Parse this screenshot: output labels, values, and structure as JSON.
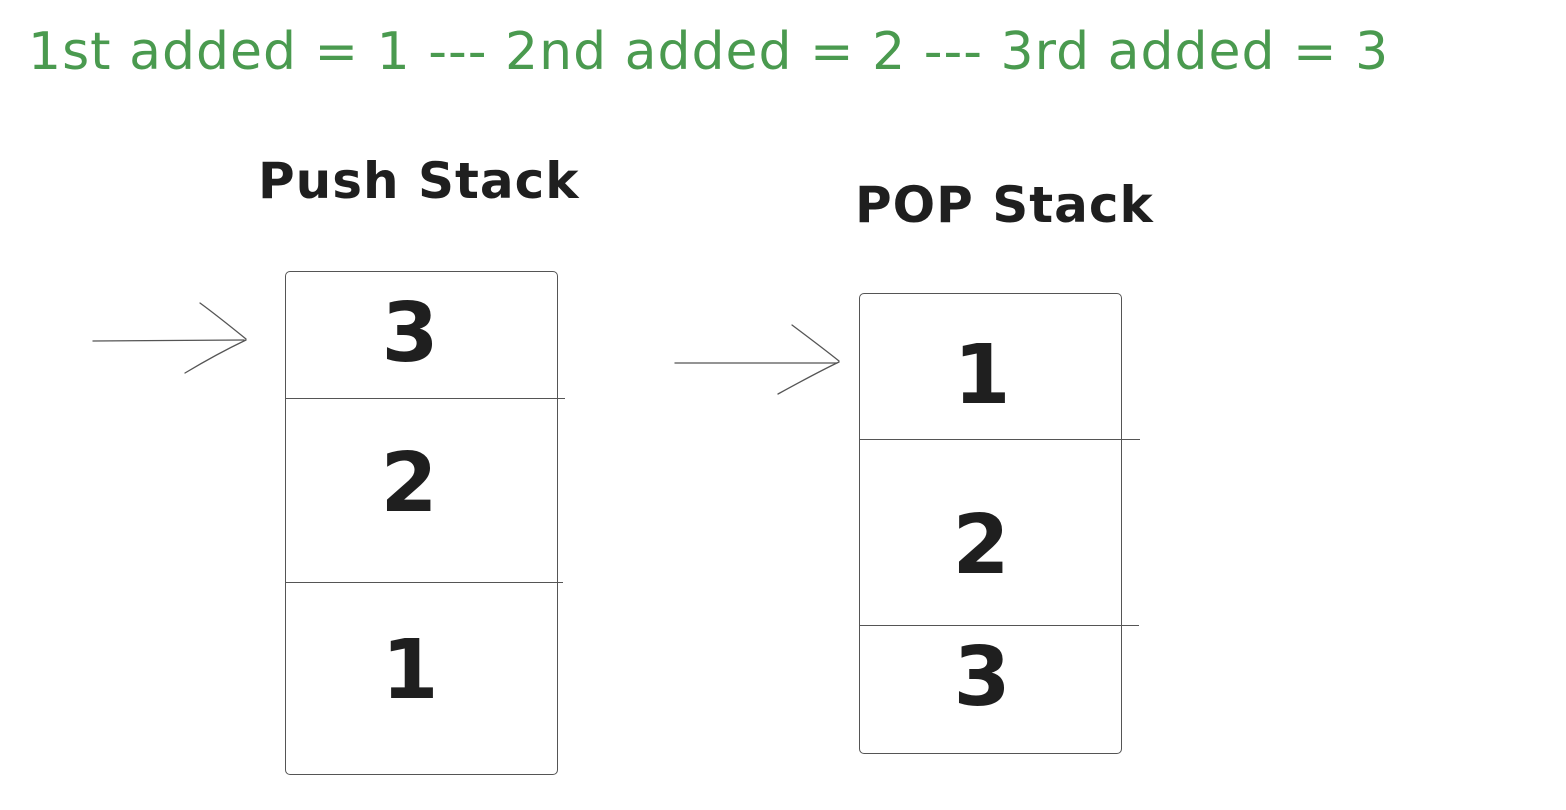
{
  "colors": {
    "headline": "#4a9a4f",
    "ink": "#1f1f1f",
    "line": "#555555"
  },
  "headline": "1st added = 1 --- 2nd added = 2 --- 3rd added = 3",
  "push_stack": {
    "title": "Push Stack",
    "cells": [
      "3",
      "2",
      "1"
    ]
  },
  "pop_stack": {
    "title": "POP Stack",
    "cells": [
      "1",
      "2",
      "3"
    ]
  }
}
